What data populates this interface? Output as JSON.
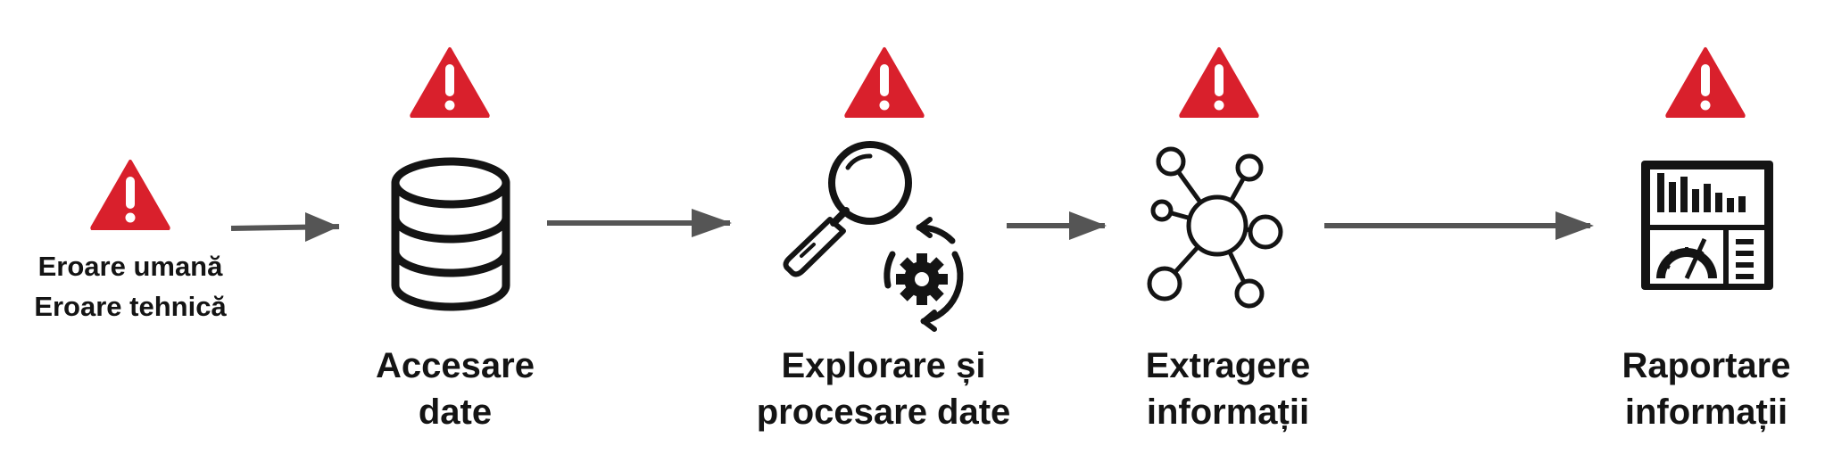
{
  "colors": {
    "warning": "#d9202c",
    "arrow": "#555555",
    "ink": "#141414"
  },
  "icons": [
    "warning-icon",
    "database-icon",
    "magnifier-gear-icon",
    "network-icon",
    "dashboard-icon"
  ],
  "source": {
    "line1": "Eroare umană",
    "line2": "Eroare tehnică"
  },
  "steps": [
    {
      "line1": "Accesare",
      "line2": "date"
    },
    {
      "line1": "Explorare și",
      "line2": "procesare date"
    },
    {
      "line1": "Extragere",
      "line2": "informații"
    },
    {
      "line1": "Raportare",
      "line2": "informații"
    }
  ]
}
